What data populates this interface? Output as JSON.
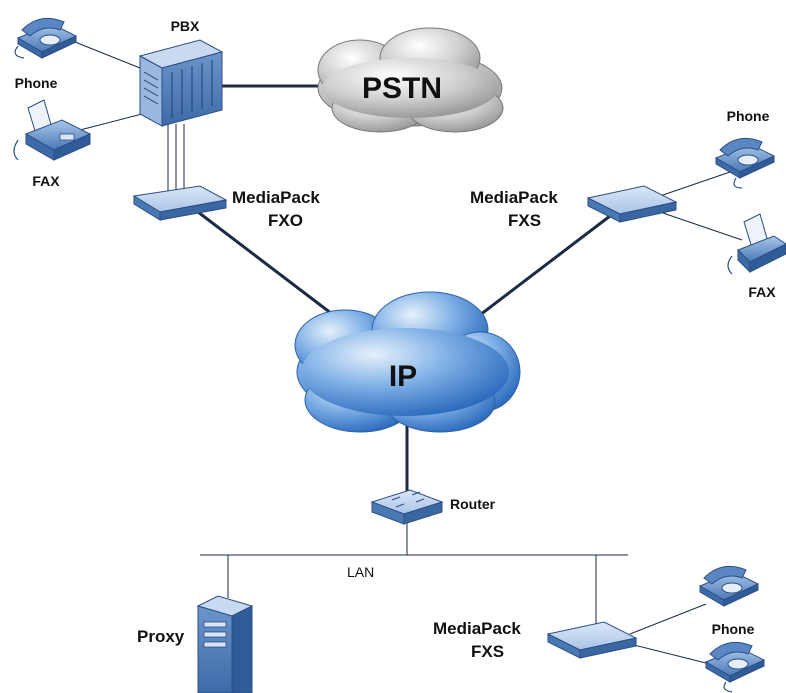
{
  "labels": {
    "pbx": "PBX",
    "pstn": "PSTN",
    "ip": "IP",
    "phone_top_left": "Phone",
    "fax_top_left": "FAX",
    "mediapack_fxo_line1": "MediaPack",
    "mediapack_fxo_line2": "FXO",
    "mediapack_fxs_top_line1": "MediaPack",
    "mediapack_fxs_top_line2": "FXS",
    "phone_top_right": "Phone",
    "fax_right": "FAX",
    "router": "Router",
    "lan": "LAN",
    "proxy": "Proxy",
    "mediapack_fxs_bottom_line1": "MediaPack",
    "mediapack_fxs_bottom_line2": "FXS",
    "phone_bottom_right": "Phone"
  },
  "icons": {
    "phone": "desk-phone-icon",
    "fax": "fax-machine-icon",
    "pbx": "pbx-server-icon",
    "gateway": "gateway-box-icon",
    "router": "router-icon",
    "proxy": "server-tower-icon",
    "cloud": "cloud-icon"
  },
  "colors": {
    "line": "#1c2a44",
    "device_blue": "#5a86c0",
    "device_light": "#b8cfea",
    "ip_cloud": "#3b7fd0",
    "pstn_cloud": "#a9a9a9"
  }
}
